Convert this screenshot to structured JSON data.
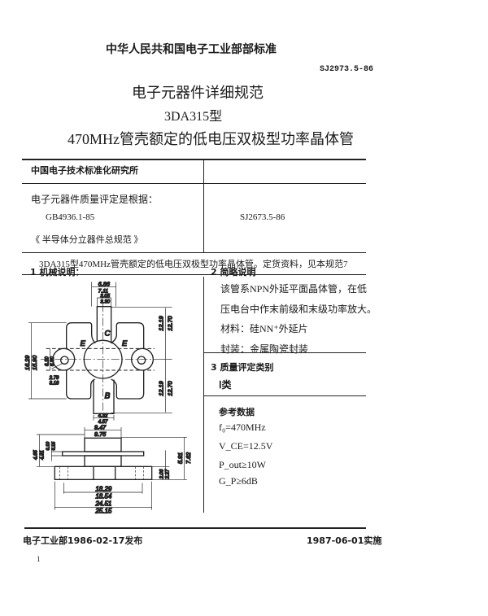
{
  "header": {
    "org_standard": "中华人民共和国电子工业部部标准",
    "code": "SJ2973.5-86",
    "title_line1": "电子元器件详细规范",
    "title_line2": "3DA315型",
    "title_line3": "470MHz管壳额定的低电压双极型功率晶体管"
  },
  "table": {
    "institute": "中国电子技术标准化研究所",
    "basis_label": "电子元器件质量评定是根据：",
    "basis_code": "GB4936.1-85",
    "basis_name": "《 半导体分立器件总规范 》",
    "right_code": "SJ2673.5-86",
    "summary": "3DA315型470MHz管壳额定的低电压双极型功率晶体管。定货资料，见本规范7"
  },
  "section1": {
    "title": "1 机械说明："
  },
  "drawing": {
    "labels": {
      "c": "C",
      "e_left": "E",
      "e_right": "E",
      "b": "B"
    },
    "dims": {
      "d686": "6.86",
      "d711": "7.11",
      "d305": "3.05",
      "d330": "3.30",
      "d1219a": "12.19",
      "d1270a": "12.70",
      "d1219b": "12.19",
      "d1270b": "12.70",
      "d1629": "16.29",
      "d1590": "15.90",
      "d610": "6.10",
      "d660": "6.60",
      "d279": "2.79",
      "d318": "3.18",
      "d432": "4.32",
      "d457": "4.57",
      "d947": "9.47",
      "d975": "9.75",
      "d591": "5.91",
      "d762": "7.62",
      "d206": "2.06",
      "d227": "2.27",
      "d465": "4.65",
      "d491": "4.91",
      "d010": "0.10",
      "d015": "0.15",
      "d1829": "18.29",
      "d1854": "18.54",
      "d2451": "24.51",
      "d2515": "25.15"
    }
  },
  "section2": {
    "title": "2 简略说明",
    "lines": [
      "该管系NPN外延平面晶体管，在低",
      "压电台中作末前级和末级功率放大。",
      "材料：硅NN⁺外延片",
      "封装：金属陶瓷封装"
    ]
  },
  "section3": {
    "title": "3 质量评定类别",
    "value": "Ⅰ类"
  },
  "reference": {
    "title": "参考数据",
    "items": [
      "f₀=470MHz",
      "V_CE=12.5V",
      "P_out≥10W",
      "G_P≥6dB"
    ]
  },
  "footer": {
    "issued": "电子工业部1986-02-17发布",
    "effective": "1987-06-01实施",
    "page": "1"
  }
}
